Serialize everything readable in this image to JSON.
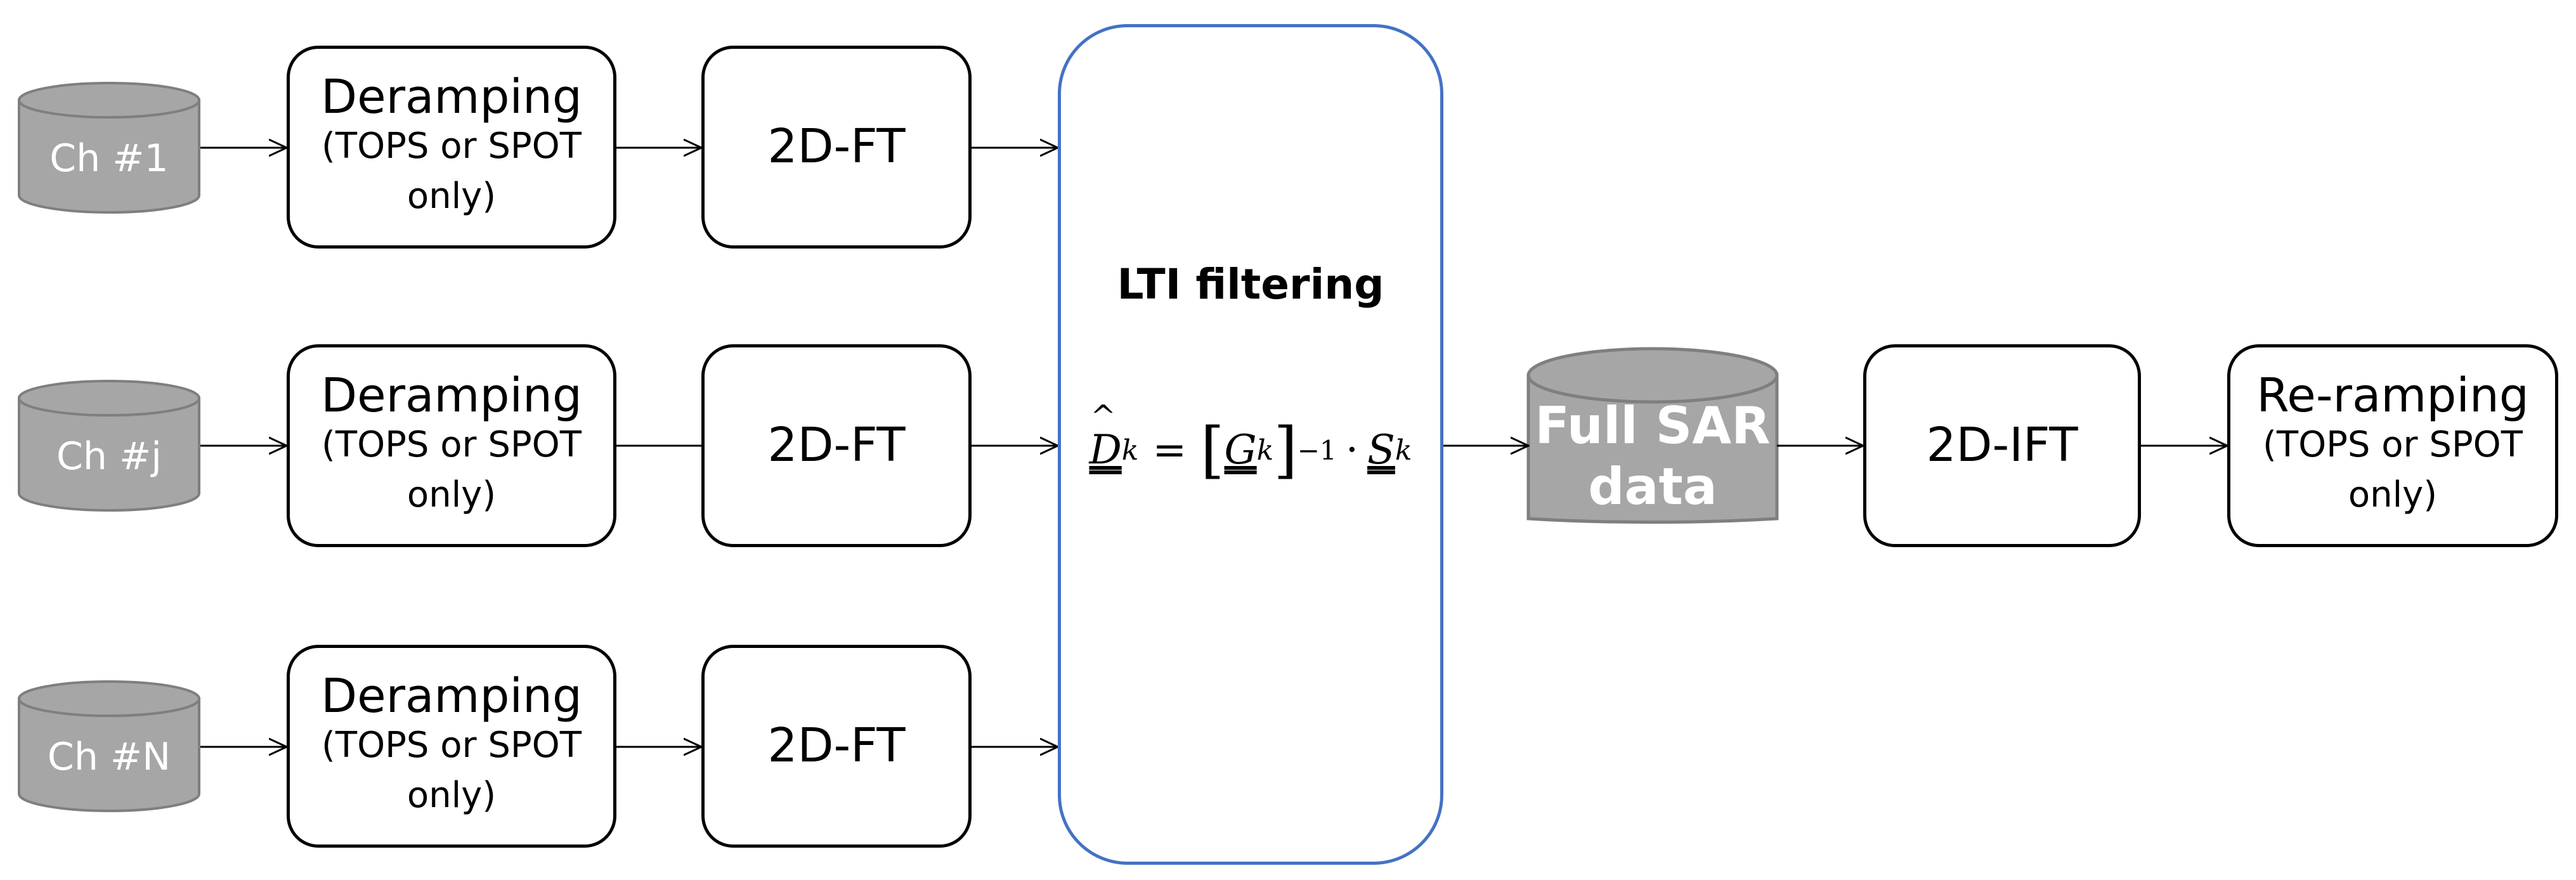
{
  "inputs": [
    {
      "label": "Ch #1"
    },
    {
      "label": "Ch #j"
    },
    {
      "label": "Ch #N"
    }
  ],
  "deramping": {
    "title": "Deramping",
    "note": "(TOPS or SPOT only)"
  },
  "fft": {
    "label": "2D-FT"
  },
  "lti": {
    "title": "LTI filtering",
    "formula": {
      "D": "D",
      "k": "k",
      "eq": "=",
      "lb": "[",
      "G": "G",
      "rb": "]",
      "exp": "−1",
      "dot": "·",
      "S": "S"
    }
  },
  "full_sar": {
    "line1": "Full SAR",
    "line2": "data"
  },
  "ifft": {
    "label": "2D-IFT"
  },
  "reramping": {
    "title": "Re-ramping",
    "note": "(TOPS or SPOT only)"
  },
  "colors": {
    "cylinder_fill": "#a6a6a6",
    "cylinder_stroke": "#7f7f7f",
    "lti_border": "#4472c4"
  }
}
